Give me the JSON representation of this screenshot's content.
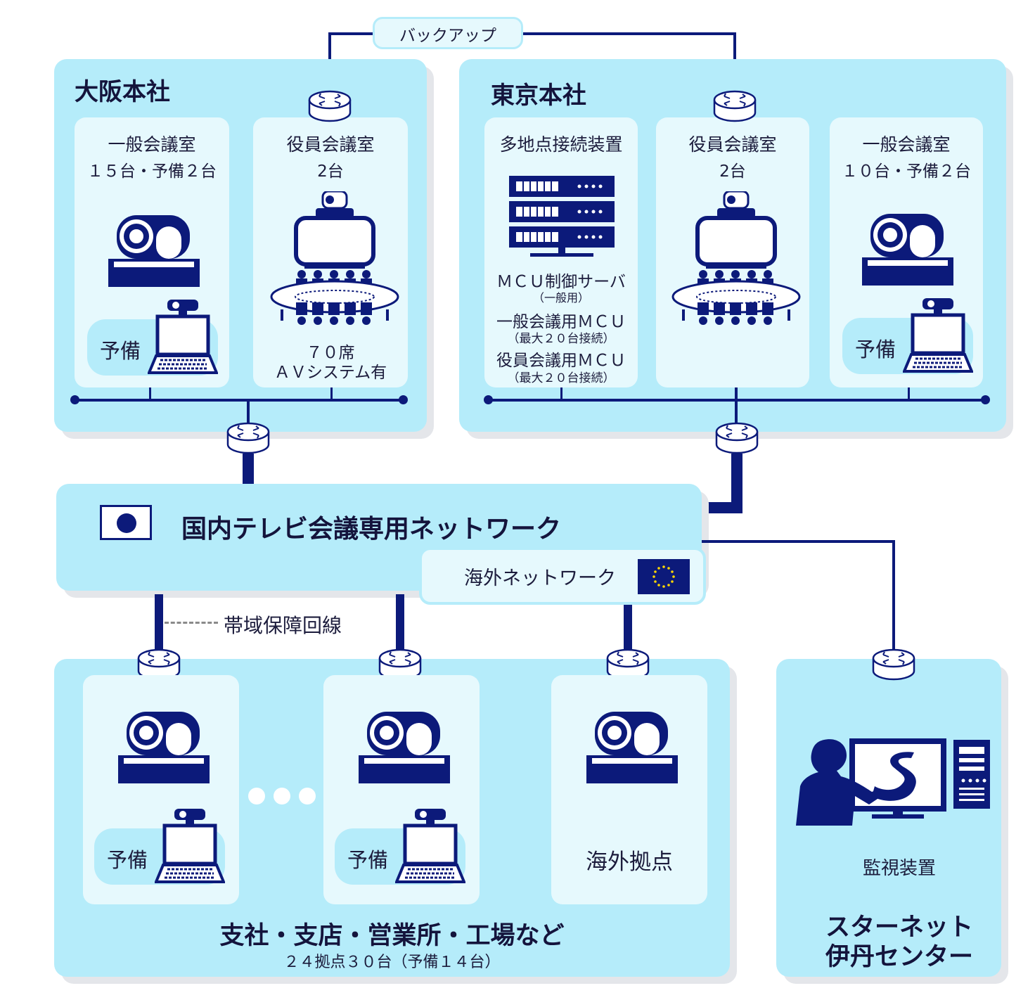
{
  "backup_label": "バックアップ",
  "osaka": {
    "title": "大阪本社",
    "general_room": {
      "name": "一般会議室",
      "count": "１５台・予備２台",
      "spare": "予備"
    },
    "exec_room": {
      "name": "役員会議室",
      "count": "2台",
      "seats": "７０席",
      "av": "ＡＶシステム有"
    }
  },
  "tokyo": {
    "title": "東京本社",
    "mcu": {
      "name": "多地点接続装置",
      "server": "ＭＣＵ制御サーバ",
      "server_note": "（一般用）",
      "general_mcu": "一般会議用ＭＣＵ",
      "general_note": "（最大２０台接続）",
      "exec_mcu": "役員会議用ＭＣＵ",
      "exec_note": "（最大２０台接続）"
    },
    "exec_room": {
      "name": "役員会議室",
      "count": "2台"
    },
    "general_room": {
      "name": "一般会議室",
      "count": "１０台・予備２台",
      "spare": "予備"
    }
  },
  "network": {
    "domestic": "国内テレビ会議専用ネットワーク",
    "overseas": "海外ネットワーク",
    "legend": "帯域保障回線"
  },
  "branches": {
    "title": "支社・支店・営業所・工場など",
    "subtitle": "２４拠点３０台（予備１４台）",
    "spare1": "予備",
    "spare2": "予備",
    "overseas_site": "海外拠点"
  },
  "center": {
    "monitor_label": "監視装置",
    "name_line1": "スターネット",
    "name_line2": "伊丹センター"
  },
  "colors": {
    "navy": "#0c1a7a",
    "panel": "#b5ecfa",
    "card": "#e6f9fd"
  }
}
